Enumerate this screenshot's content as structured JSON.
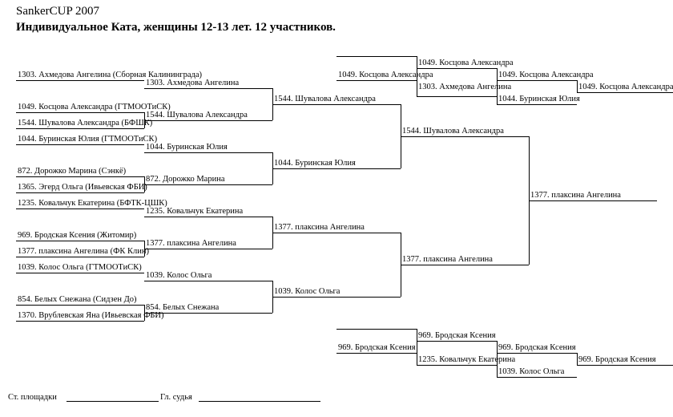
{
  "header": {
    "line1": "SankerCUP 2007",
    "line2": "Индивидуальное Ката, женщины 12-13 лет. 12 участников."
  },
  "round1": [
    "1303. Ахмедова Ангелина (Сборная Калининграда)",
    "1049. Косцова Александра (ГТМООТиСК)",
    "1544. Шувалова Александра (БФШК)",
    "1044. Буринская Юлия (ГТМООТиСК)",
    "872. Дорожко Марина (Сэнкё)",
    "1365. Эгерд Ольга (Ивьевская ФБИ)",
    "1235. Ковальчук Екатерина (БФТК-ЦШК)",
    "969. Бродская Ксения (Житомир)",
    "1377. плаксина Ангелина (ФК Клин)",
    "1039. Колос Ольга (ГТМООТиСК)",
    "854. Белых Снежана (Сидзен До)",
    "1370. Врублевская Яна (Ивьевская ФБИ)"
  ],
  "round2": [
    "1303. Ахмедова Ангелина",
    "1544. Шувалова Александра",
    "1044. Буринская Юлия",
    "872. Дорожко Марина",
    "1235. Ковальчук Екатерина",
    "1377. плаксина Ангелина",
    "1039. Колос Ольга",
    "854. Белых Снежана"
  ],
  "round3": [
    "1544. Шувалова Александра",
    "1044. Буринская Юлия",
    "1377. плаксина Ангелина",
    "1039. Колос Ольга"
  ],
  "round4": [
    "1544. Шувалова Александра",
    "1377. плаксина Ангелина"
  ],
  "final": "1377. плаксина Ангелина",
  "repechage_top": {
    "entry": "1049. Косцова Александра",
    "r1": [
      "1049. Косцова Александра",
      "1303. Ахмедова Ангелина"
    ],
    "r2": [
      "1049. Косцова Александра",
      "1044. Буринская Юлия"
    ],
    "result": "1049. Косцова Александра"
  },
  "repechage_bottom": {
    "entry": "969. Бродская Ксения",
    "r1": [
      "969. Бродская Ксения",
      "1235. Ковальчук Екатерина"
    ],
    "r2": [
      "969. Бродская Ксения",
      "1039. Колос Ольга"
    ],
    "result": "969. Бродская Ксения"
  },
  "footer": {
    "referee_label": "Ст. площадки",
    "judge_label": "Гл. судья"
  }
}
